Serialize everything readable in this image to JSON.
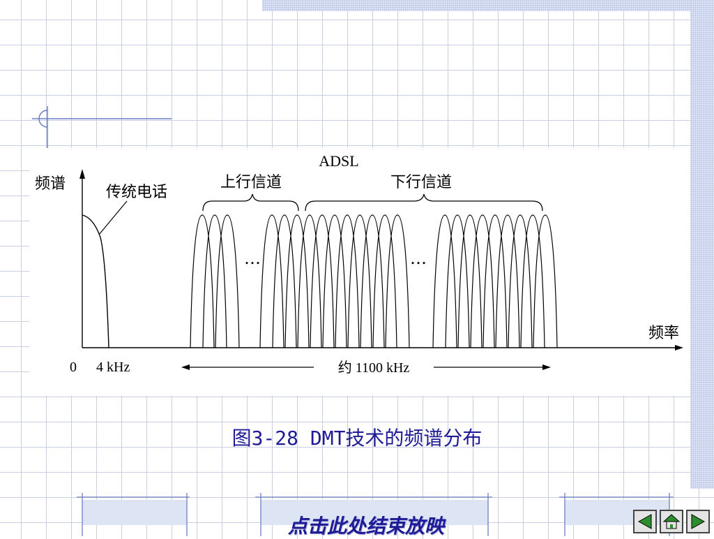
{
  "diagram": {
    "adsl_label": "ADSL",
    "y_axis_label": "频谱",
    "x_axis_label": "频率",
    "voice_label": "传统电话",
    "upstream_label": "上行信道",
    "downstream_label": "下行信道",
    "ellipsis": "…",
    "tick_zero": "0",
    "tick_4khz": "4 kHz",
    "span_label": "约 1100 kHz"
  },
  "caption": "图3-28   DMT技术的频谱分布",
  "footer": {
    "end_show": "点击此处结束放映"
  },
  "icons": {
    "prev": "left-triangle-icon",
    "home": "home-icon",
    "next": "right-triangle-icon"
  }
}
